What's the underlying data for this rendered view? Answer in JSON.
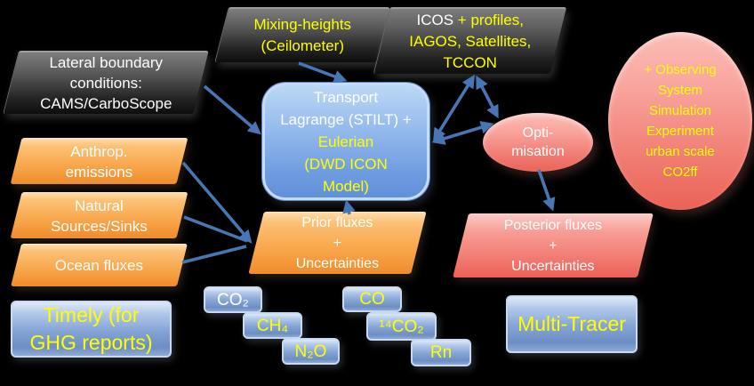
{
  "colors": {
    "background": "#000000",
    "arrow": "#4876b4",
    "yellow_text": "#ffff00",
    "white_text": "#ffffff",
    "dark_box": "#3a3a3a",
    "orange_box": "#f59a3e",
    "blue_box": "#7da3d8",
    "pink_shape": "#f08078"
  },
  "nodes": {
    "lateral_boundary": {
      "text": "Lateral boundary\nconditions:\nCAMS/CarboScope"
    },
    "mixing_heights": {
      "text": "Mixing-heights\n(Ceilometer)"
    },
    "observations": {
      "line1_white": "ICOS",
      "line1_yellow": " + profiles,",
      "rest": "IAGOS, Satellites,\nTCCON"
    },
    "transport": {
      "white_part": "Transport\nLagrange (STILT) +",
      "yellow_part": "Eulerian\n(DWD ICON\nModel)"
    },
    "optimisation": {
      "text": "Opti-\nmisation"
    },
    "osse": {
      "text": "+ Observing\nSystem\nSimulation\nExperiment\nurban scale\nCO2ff"
    },
    "anthrop": {
      "text": "Anthrop.\nemissions"
    },
    "natural": {
      "text": "Natural\nSources/Sinks"
    },
    "ocean": {
      "text": "Ocean fluxes"
    },
    "prior": {
      "text": "Prior fluxes\n+\nUncertainties"
    },
    "posterior": {
      "text": "Posterior fluxes\n+\nUncertainties"
    },
    "timely": {
      "text": "Timely (for\nGHG reports)"
    },
    "multi_tracer": {
      "text": "Multi-Tracer"
    },
    "tracers": [
      {
        "label": "CO₂"
      },
      {
        "label": "CH₄"
      },
      {
        "label": "N₂O"
      },
      {
        "label": "CO"
      },
      {
        "label": "¹⁴CO₂"
      },
      {
        "label": "Rn"
      }
    ]
  }
}
